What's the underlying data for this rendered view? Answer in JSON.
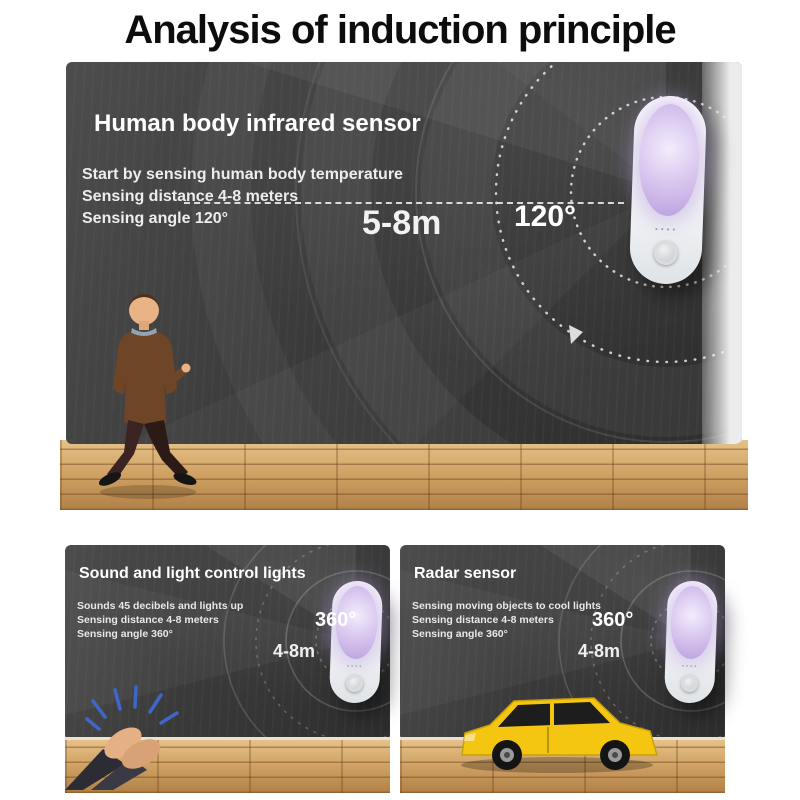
{
  "title": "Analysis of induction principle",
  "main": {
    "heading": "Human body infrared sensor",
    "lines": [
      "Start by sensing human body temperature",
      "Sensing distance 4-8 meters",
      "Sensing angle 120°"
    ],
    "distance_label": "5-8m",
    "angle_label": "120°"
  },
  "sound": {
    "heading": "Sound and light control lights",
    "lines": [
      "Sounds 45 decibels and lights up",
      "Sensing distance 4-8 meters",
      "Sensing angle 360°"
    ],
    "angle_label": "360°",
    "distance_label": "4-8m"
  },
  "radar": {
    "heading": "Radar sensor",
    "lines": [
      "Sensing moving objects to cool lights",
      "Sensing distance 4-8 meters",
      "Sensing angle 360°"
    ],
    "angle_label": "360°",
    "distance_label": "4-8m"
  },
  "lamp": {
    "dots": "••••"
  },
  "colors": {
    "glow": "#d4c0ec",
    "glow-hi": "#f3ecfc",
    "wood": "#cc9d60",
    "board": "#3a3a3a",
    "car-yellow": "#f4c612"
  }
}
